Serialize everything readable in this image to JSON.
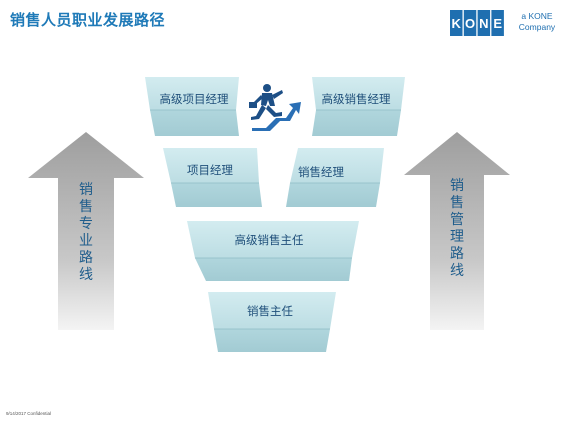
{
  "header": {
    "title": "销售人员职业发展路径"
  },
  "logo": {
    "letters": [
      "K",
      "O",
      "N",
      "E"
    ],
    "brand_color": "#1f6fb0",
    "tagline_line1": "a KONE",
    "tagline_line2": "Company"
  },
  "diagram": {
    "left_arrow_label": "销售专业路线",
    "right_arrow_label": "销售管理路线",
    "levels": {
      "senior_project_manager": "高级项目经理",
      "senior_sales_manager": "高级销售经理",
      "project_manager": "项目经理",
      "sales_manager": "销售经理",
      "senior_sales_supervisor": "高级销售主任",
      "sales_supervisor": "销售主任"
    },
    "center_icon": "climbing-businessman-icon",
    "box_color": "#bfe0e6",
    "arrow_color": "#b3b3b3"
  },
  "footer": {
    "text": "9/14/2017 Confidential"
  }
}
